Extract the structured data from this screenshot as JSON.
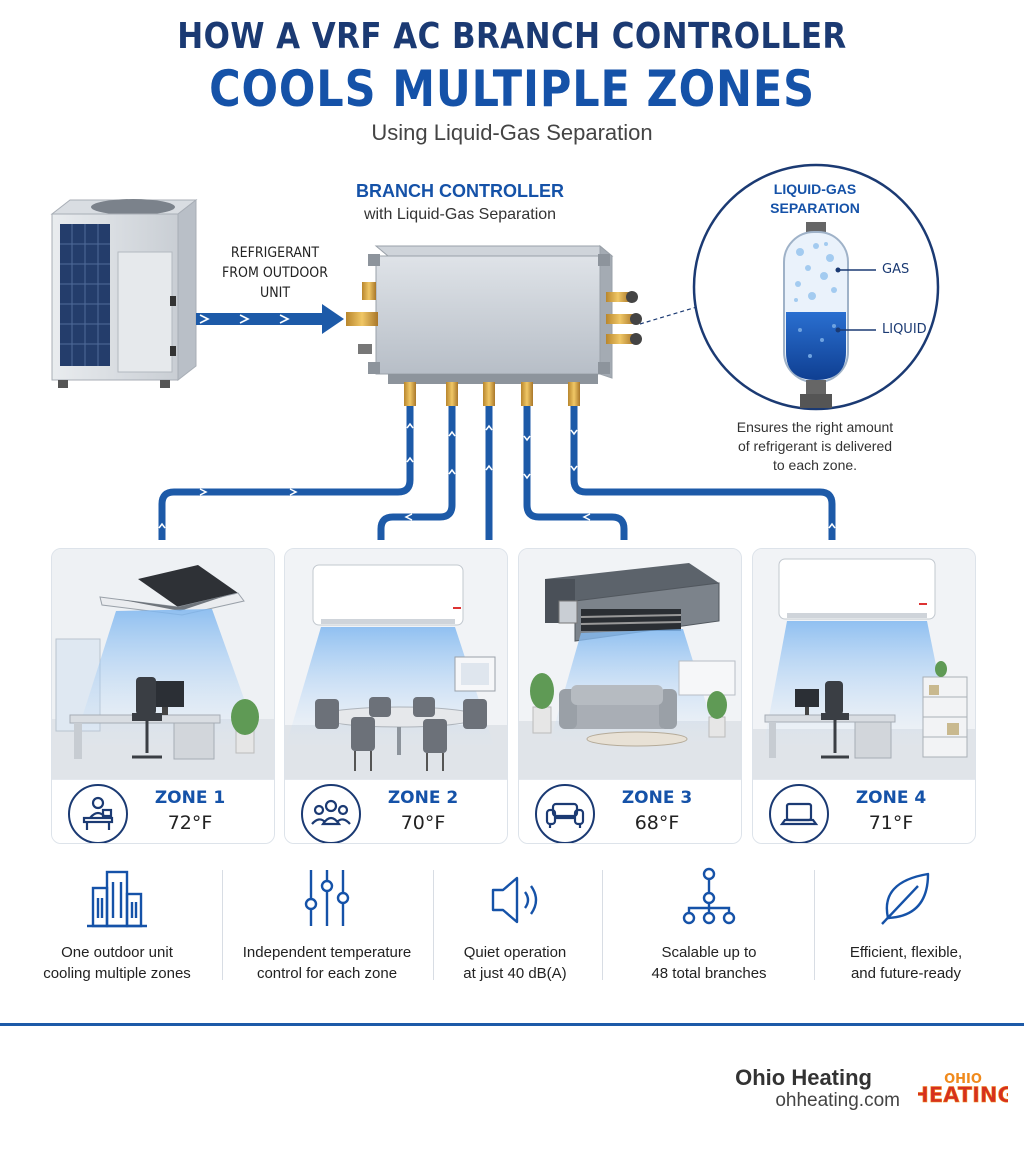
{
  "header": {
    "title_line1": "HOW A VRF AC BRANCH CONTROLLER",
    "title_line2": "COOLS MULTIPLE ZONES",
    "subtitle": "Using Liquid-Gas Separation"
  },
  "diagram": {
    "controller_title": "BRANCH CONTROLLER",
    "controller_subtitle": "with Liquid-Gas Separation",
    "refrigerant_line1": "REFRIGERANT",
    "refrigerant_line2": "FROM OUTDOOR",
    "refrigerant_line3": "UNIT",
    "separation_title_line1": "LIQUID-GAS",
    "separation_title_line2": "SEPARATION",
    "gas_label": "GAS",
    "liquid_label": "LIQUID",
    "note_line1": "Ensures the right amount",
    "note_line2": "of refrigerant is delivered",
    "note_line3": "to each zone."
  },
  "zones": [
    {
      "name": "ZONE 1",
      "temp": "72°F",
      "icon": "office-desk-icon"
    },
    {
      "name": "ZONE 2",
      "temp": "70°F",
      "icon": "people-group-icon"
    },
    {
      "name": "ZONE 3",
      "temp": "68°F",
      "icon": "sofa-icon"
    },
    {
      "name": "ZONE 4",
      "temp": "71°F",
      "icon": "laptop-icon"
    }
  ],
  "features": [
    {
      "line1": "One outdoor unit",
      "line2": "cooling multiple zones",
      "icon": "building-icon"
    },
    {
      "line1": "Independent temperature",
      "line2": "control for each zone",
      "icon": "sliders-icon"
    },
    {
      "line1": "Quiet operation",
      "line2": "at just 40 dB(A)",
      "icon": "speaker-icon"
    },
    {
      "line1": "Scalable up to",
      "line2": "48 total branches",
      "icon": "network-icon"
    },
    {
      "line1": "Efficient, flexible,",
      "line2": "and future-ready",
      "icon": "leaf-icon"
    }
  ],
  "footer": {
    "brand": "Ohio Heating",
    "url": "ohheating.com",
    "logo_top": "OHIO",
    "logo_bottom": "HEATING"
  },
  "colors": {
    "title_dark": "#1b3a73",
    "accent_blue": "#1552a8",
    "pipe_blue": "#1d5aa8",
    "logo_orange": "#f08a1c",
    "logo_red": "#d6301f"
  }
}
